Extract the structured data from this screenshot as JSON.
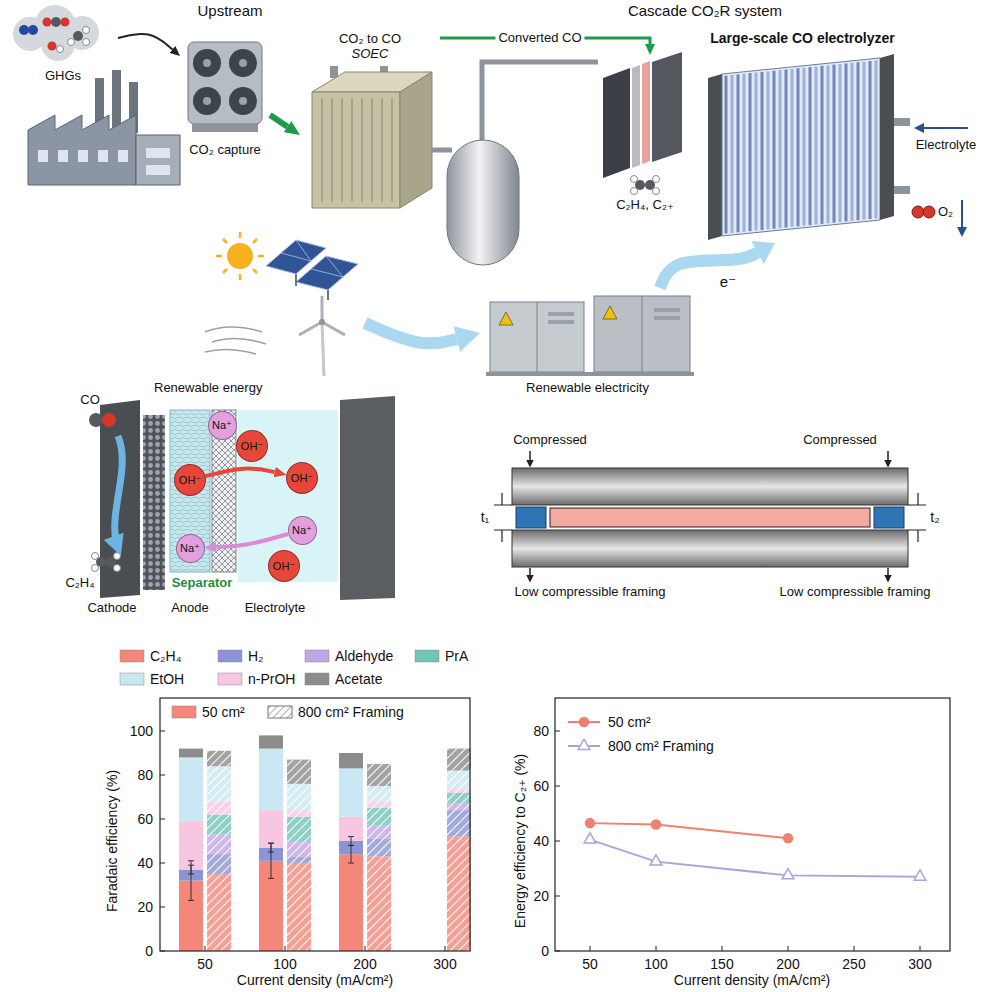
{
  "diagram": {
    "nodes": [
      {
        "text": [
          "GHGs"
        ]
      },
      {
        "text": [
          "CO₂ capture"
        ]
      },
      {
        "text": [
          "CO₂ to CO",
          "SOEC"
        ]
      },
      {
        "text": [
          "C₂H₄, C₂₊"
        ]
      },
      {
        "text": [
          "Large-scale CO electrolyzer"
        ]
      },
      {
        "text": [
          "Renewable energy"
        ]
      },
      {
        "text": [
          "Renewable electricity"
        ]
      },
      {
        "text": [
          "Na⁺"
        ]
      },
      {
        "text": [
          "OH⁻"
        ]
      },
      {
        "text": [
          "OH⁻"
        ]
      },
      {
        "text": [
          "OH⁻"
        ]
      },
      {
        "text": [
          "Na⁺"
        ]
      },
      {
        "text": [
          "Na⁺"
        ]
      },
      {
        "text": [
          "OH⁻"
        ]
      }
    ],
    "edges": [
      {
        "from": 0,
        "to": 1,
        "arrow": "to"
      },
      {
        "from": 1,
        "to": 2,
        "arrow": "to"
      },
      {
        "from": 2,
        "to": 3,
        "label": "Converted CO",
        "arrow": "to"
      },
      {
        "from": 5,
        "to": 6,
        "arrow": "to"
      },
      {
        "from": 6,
        "to": 4,
        "label": "e⁻",
        "arrow": "to"
      },
      {
        "from": 8,
        "to": 10,
        "arrow": "to"
      },
      {
        "from": 11,
        "to": 12,
        "arrow": "to"
      }
    ],
    "labels": [
      "Upstream",
      "Cascade CO₂R system",
      "Electrolyte",
      "O₂",
      "CO",
      "C₂H₄",
      "Separator",
      "Cathode",
      "Anode",
      "Electrolyte",
      "Compressed",
      "Compressed",
      "t₁",
      "t₂",
      "Low compressible framing",
      "Low compressible framing",
      "Faradaic efficiency (%)",
      "0",
      "20",
      "40",
      "60",
      "80",
      "100",
      "50",
      "100",
      "200",
      "300",
      "Current density (mA/cm²)",
      "Energy efficiency to C₂₊ (%)",
      "0",
      "20",
      "40",
      "60",
      "80",
      "50",
      "100",
      "150",
      "200",
      "250",
      "300",
      "Current density (mA/cm²)"
    ],
    "legend": [
      {
        "text": "C₂H₄",
        "color": "#f4877a"
      },
      {
        "text": "H₂",
        "color": "#8d94d6"
      },
      {
        "text": "Aldehyde",
        "color": "#c0a6e4"
      },
      {
        "text": "PrA",
        "color": "#72c4b6"
      },
      {
        "text": "EtOH",
        "color": "#c9e8f3"
      },
      {
        "text": "n-PrOH",
        "color": "#f9c6e2"
      },
      {
        "text": "Acetate",
        "color": "#8c8c8c"
      },
      {
        "text": "50 cm²",
        "color": "#f4877a"
      },
      {
        "text": "800 cm² Framing"
      },
      {
        "text": "50 cm²"
      },
      {
        "text": "800 cm² Framing"
      }
    ]
  }
}
